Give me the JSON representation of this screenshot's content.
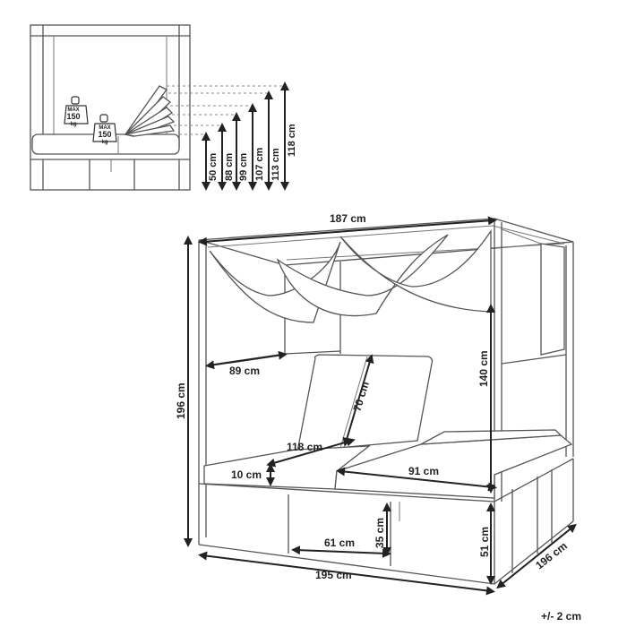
{
  "side_view": {
    "weight_labels": [
      {
        "max": "MAX",
        "value": "150",
        "unit": "kg"
      },
      {
        "max": "MAX",
        "value": "150",
        "unit": "kg"
      }
    ],
    "heights": [
      "50 cm",
      "88 cm",
      "99 cm",
      "107 cm",
      "113 cm",
      "118 cm"
    ]
  },
  "main_view": {
    "width_top": "187 cm",
    "height_total": "196 cm",
    "canopy_height": "140 cm",
    "side_opening": "89 cm",
    "backrest": "70 cm",
    "lounger_length": "118 cm",
    "cushion_thickness": "10 cm",
    "cushion_width": "91 cm",
    "under_width": "61 cm",
    "under_height": "35 cm",
    "base_height": "51 cm",
    "width_bottom": "195 cm",
    "depth": "196 cm"
  },
  "tolerance": "+/- 2 cm"
}
